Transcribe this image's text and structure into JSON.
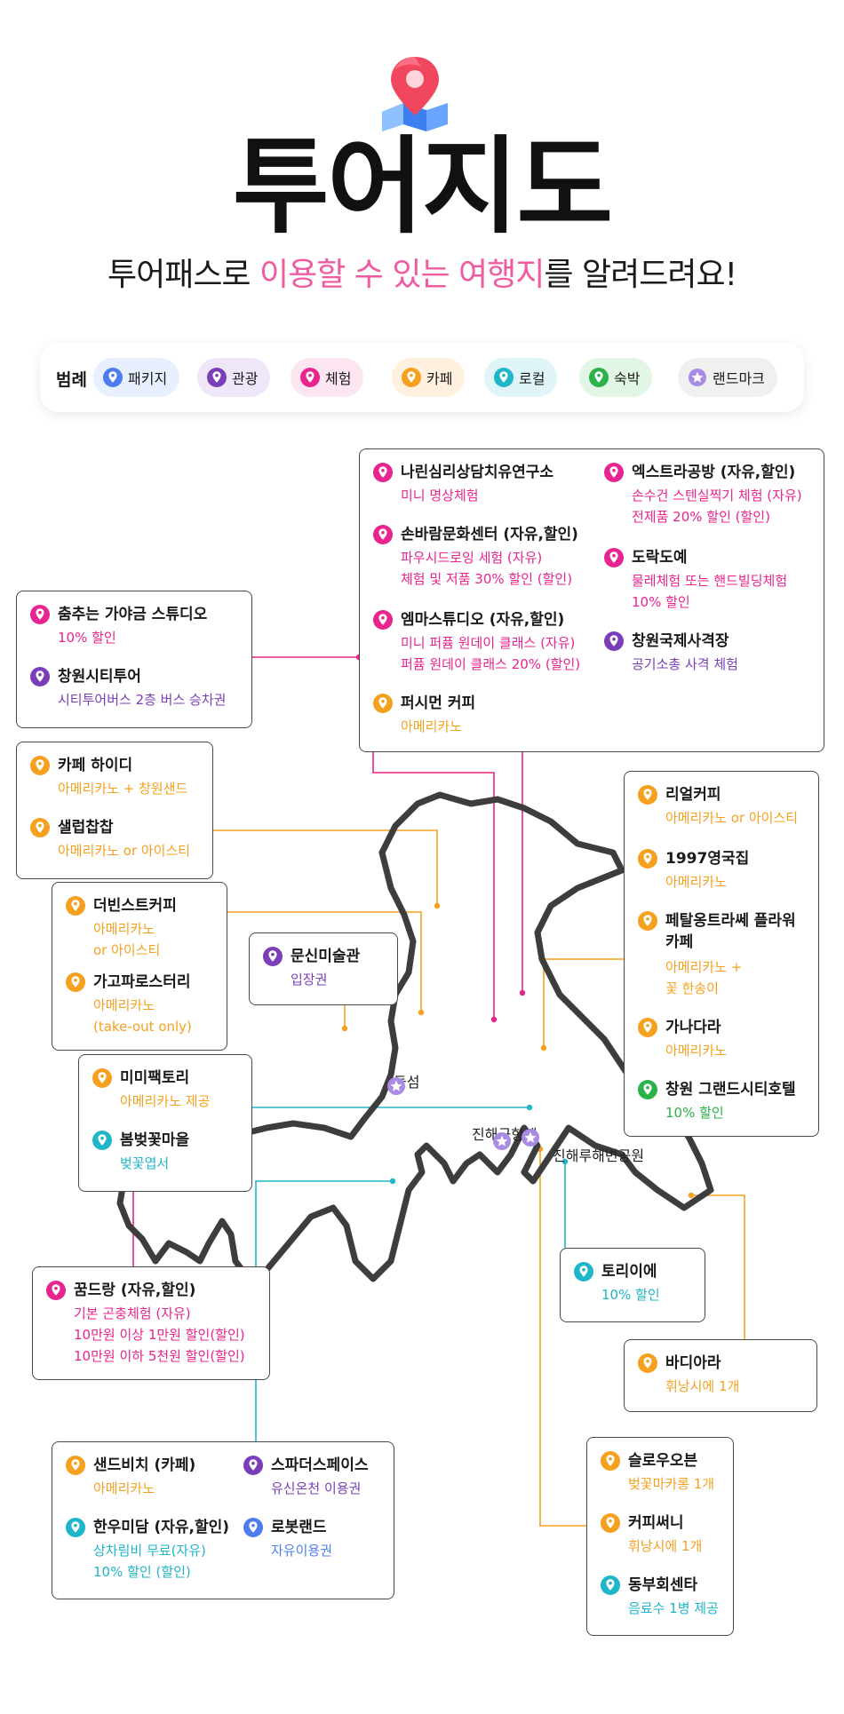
{
  "header": {
    "title": "투어지도",
    "subtitle_prefix": "투어패스로 ",
    "subtitle_highlight": "이용할 수 있는 여행지",
    "subtitle_suffix": "를 알려드려요!"
  },
  "colors": {
    "패키지": "#4f7df0",
    "관광": "#7a3fb8",
    "체험": "#e8258f",
    "카페": "#f5a11f",
    "로컬": "#1fb6c9",
    "숙박": "#2bb34a",
    "랜드마크": "#a98be6",
    "highlight": "#ef5aa0",
    "card_border": "#4a4a4a"
  },
  "legend": {
    "title": "범례",
    "items": [
      {
        "label": "패키지",
        "category": "패키지",
        "bg": "#e8efff",
        "icon": "map-pin-icon"
      },
      {
        "label": "관광",
        "category": "관광",
        "bg": "#efe6fa",
        "icon": "map-pin-icon"
      },
      {
        "label": "체험",
        "category": "체험",
        "bg": "#fde6f1",
        "icon": "map-pin-icon"
      },
      {
        "label": "카페",
        "category": "카페",
        "bg": "#fff1de",
        "icon": "map-pin-icon"
      },
      {
        "label": "로컬",
        "category": "로컬",
        "bg": "#dff5f8",
        "icon": "map-pin-icon"
      },
      {
        "label": "숙박",
        "category": "숙박",
        "bg": "#e2f6e6",
        "icon": "map-pin-icon"
      },
      {
        "label": "랜드마크",
        "category": "랜드마크",
        "bg": "#f0f0f0",
        "icon": "star-icon"
      }
    ]
  },
  "landmarks": [
    {
      "label": "돌섬"
    },
    {
      "label": "진해군항제"
    },
    {
      "label": "진해루해변공원"
    }
  ],
  "cards": [
    {
      "entries": [
        {
          "category": "체험",
          "name": "나린심리상담치유연구소",
          "benefits": [
            "미니 명상체험"
          ]
        },
        {
          "category": "체험",
          "name": "손바람문화센터 (자유,할인)",
          "benefits": [
            "파우시드로잉 세험 (자유)",
            "체험 및 저품 30% 할인 (할인)"
          ]
        },
        {
          "category": "체험",
          "name": "엠마스튜디오 (자유,할인)",
          "benefits": [
            "미니 퍼퓸 원데이 클래스 (자유)",
            "퍼퓸 원데이 클래스 20% (할인)"
          ]
        },
        {
          "category": "카페",
          "name": "퍼시먼 커피",
          "benefits": [
            "아메리카노"
          ]
        },
        {
          "category": "체험",
          "name": "엑스트라공방 (자유,할인)",
          "benefits": [
            "손수건 스텐실찍기 체험 (자유)",
            "전제품 20% 할인 (할인)"
          ]
        },
        {
          "category": "체험",
          "name": "도락도예",
          "benefits": [
            "물레체험 또는 핸드빌딩체험",
            "10% 할인"
          ]
        },
        {
          "category": "관광",
          "name": "창원국제사격장",
          "benefits": [
            "공기소총 사격 체험"
          ]
        }
      ]
    },
    {
      "entries": [
        {
          "category": "체험",
          "name": "춤추는 가야금 스튜디오",
          "benefits": [
            "10% 할인"
          ]
        },
        {
          "category": "관광",
          "name": "창원시티투어",
          "benefits": [
            "시티투어버스 2층 버스 승차권"
          ]
        }
      ]
    },
    {
      "entries": [
        {
          "category": "카페",
          "name": "카페 하이디",
          "benefits": [
            "아메리카노 + 창원샌드"
          ]
        },
        {
          "category": "카페",
          "name": "샐럽찹찹",
          "benefits": [
            "아메리카노 or 아이스티"
          ]
        }
      ]
    },
    {
      "entries": [
        {
          "category": "카페",
          "name": "더빈스트커피",
          "benefits": [
            "아메리카노",
            "or 아이스티"
          ]
        },
        {
          "category": "카페",
          "name": "가고파로스터리",
          "benefits": [
            "아메리카노",
            "(take-out only)"
          ]
        }
      ]
    },
    {
      "entries": [
        {
          "category": "관광",
          "name": "문신미술관",
          "benefits": [
            "입장권"
          ]
        }
      ]
    },
    {
      "entries": [
        {
          "category": "카페",
          "name": "미미팩토리",
          "benefits": [
            "아메리카노 제공"
          ]
        },
        {
          "category": "로컬",
          "name": "봄벚꽃마을",
          "benefits": [
            "벚꽃엽서"
          ]
        }
      ]
    },
    {
      "entries": [
        {
          "category": "카페",
          "name": "리얼커피",
          "benefits": [
            "아메리카노 or 아이스티"
          ]
        },
        {
          "category": "카페",
          "name": "1997영국집",
          "benefits": [
            "아메리카노"
          ]
        },
        {
          "category": "카페",
          "name": "페탈옹트라쎄 플라워카페",
          "benefits": [
            "아메리카노 +",
            "꽃 한송이"
          ]
        },
        {
          "category": "카페",
          "name": "가나다라",
          "benefits": [
            "아메리카노"
          ]
        },
        {
          "category": "숙박",
          "name": "창원 그랜드시티호텔",
          "benefits": [
            "10% 할인"
          ]
        }
      ]
    },
    {
      "entries": [
        {
          "category": "체험",
          "name": "꿈드랑 (자유,할인)",
          "benefits": [
            "기본 곤충체험 (자유)",
            "10만원 이상 1만원 할인(할인)",
            "10만원 이하 5천원 할인(할인)"
          ]
        }
      ]
    },
    {
      "entries": [
        {
          "category": "로컬",
          "name": "토리이에",
          "benefits": [
            "10% 할인"
          ]
        }
      ]
    },
    {
      "entries": [
        {
          "category": "카페",
          "name": "바디아라",
          "benefits": [
            "휘낭시에 1개"
          ]
        }
      ]
    },
    {
      "entries": [
        {
          "category": "카페",
          "name": "샌드비치 (카페)",
          "benefits": [
            "아메리카노"
          ]
        },
        {
          "category": "로컬",
          "name": "한우미담 (자유,할인)",
          "benefits": [
            "상차림비 무료(자유)",
            "10% 할인 (할인)"
          ]
        },
        {
          "category": "관광",
          "name": "스파더스페이스",
          "benefits": [
            "유신온천 이용권"
          ]
        },
        {
          "category": "패키지",
          "name": "로봇랜드",
          "benefits": [
            "자유이용권"
          ]
        }
      ]
    },
    {
      "entries": [
        {
          "category": "카페",
          "name": "슬로우오븐",
          "benefits": [
            "벚꽃마카롱 1개"
          ]
        },
        {
          "category": "카페",
          "name": "커피써니",
          "benefits": [
            "휘낭시에 1개"
          ]
        },
        {
          "category": "로컬",
          "name": "동부회센타",
          "benefits": [
            "음료수 1병 제공"
          ]
        }
      ]
    }
  ]
}
